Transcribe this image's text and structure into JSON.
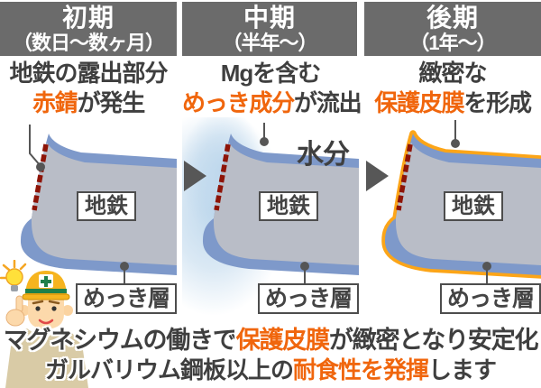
{
  "colors": {
    "highlight": "#f0660d",
    "film_orange": "#fca518",
    "plating_blue": "#7e99ca",
    "steel_gray": "#b9bdc7",
    "rust_red": "#8e1407",
    "header_bg": "#6b6b6b",
    "text_dark": "#3f3f3f",
    "callout": "#555555",
    "glow_blue": "#bdd7ec"
  },
  "icons": {
    "next_stage_arrow": "right-triangle",
    "idea_lightbulb": "lightbulb-with-rays",
    "worker_mascot": "construction-worker-thumbs-up"
  },
  "panels": [
    {
      "header1": "初期",
      "header2": "（数日〜数ヶ月）",
      "desc1": "地鉄の露出部分",
      "desc2_hl": "赤錆",
      "desc2_post": "が発生",
      "steel_label": "地鉄",
      "coating_label": "めっき層"
    },
    {
      "header1": "中期",
      "header2": "（半年〜）",
      "desc1": "Mgを含む",
      "desc2_hl": "めっき成分",
      "desc2_post": "が流出",
      "moisture_label": "水分",
      "steel_label": "地鉄",
      "coating_label": "めっき層"
    },
    {
      "header1": "後期",
      "header2": "（1年〜）",
      "desc1": "緻密な",
      "desc2_hl": "保護皮膜",
      "desc2_post": "を形成",
      "steel_label": "地鉄",
      "coating_label": "めっき層"
    }
  ],
  "footer": {
    "line1_pre": "マグネシウムの働きで",
    "line1_hl": "保護皮膜",
    "line1_post": "が緻密となり安定化",
    "line2_pre": "ガルバリウム鋼板以上の",
    "line2_hl": "耐食性を発揮",
    "line2_post": "します"
  }
}
